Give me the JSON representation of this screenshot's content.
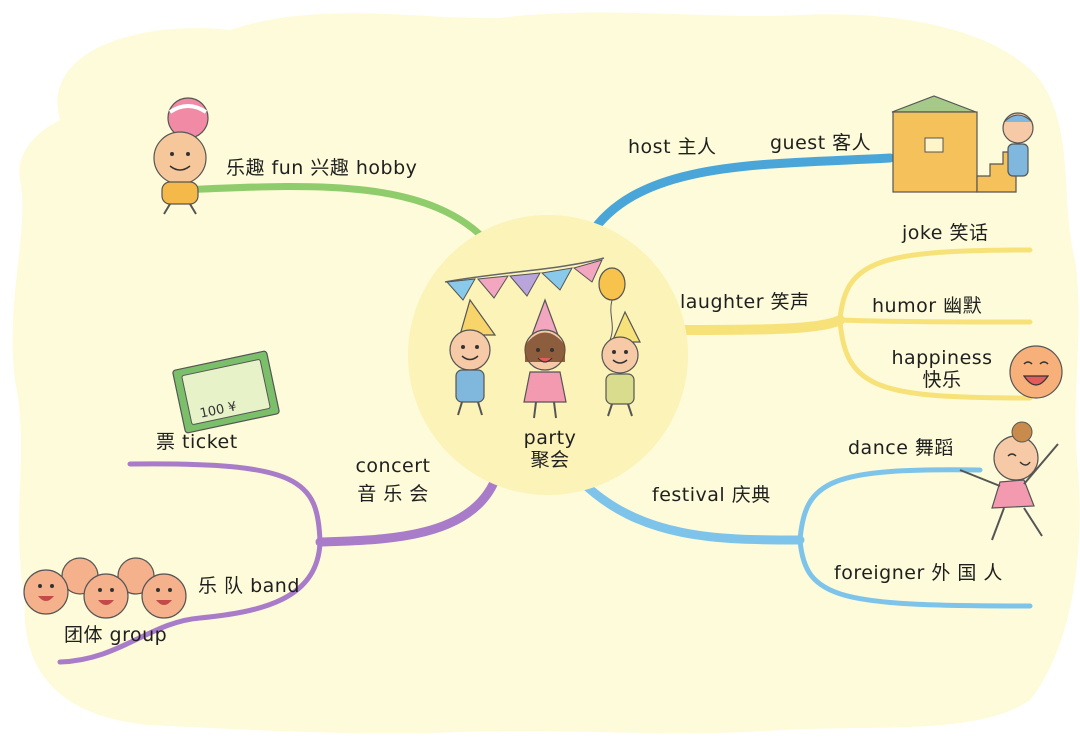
{
  "center": {
    "en": "party",
    "zh": "聚会"
  },
  "branches": {
    "fun": {
      "text": "乐趣 fun  兴趣 hobby",
      "color": "#8fcc6b"
    },
    "host": {
      "text": "host  主人",
      "color": "#4aa6d8"
    },
    "guest": {
      "text": "guest  客人"
    },
    "laughter": {
      "text": "laughter 笑声",
      "color": "#f7e27a"
    },
    "joke": {
      "text": "joke  笑话"
    },
    "humor": {
      "text": "humor  幽默"
    },
    "happiness": {
      "en": "happiness",
      "zh": "快乐"
    },
    "concert": {
      "en": "concert",
      "zh": "音 乐 会",
      "color": "#a87cc9"
    },
    "ticket": {
      "text": "票  ticket"
    },
    "band": {
      "text": "乐 队 band"
    },
    "group": {
      "text": "团体 group"
    },
    "festival": {
      "text": "festival  庆典",
      "color": "#7ec4ea"
    },
    "dance": {
      "text": "dance 舞蹈"
    },
    "foreigner": {
      "text": "foreigner  外 国 人"
    }
  },
  "ticket_sign": "100 ¥",
  "colors": {
    "background": "#fdfbd9",
    "hub": "#fbf3b8"
  }
}
